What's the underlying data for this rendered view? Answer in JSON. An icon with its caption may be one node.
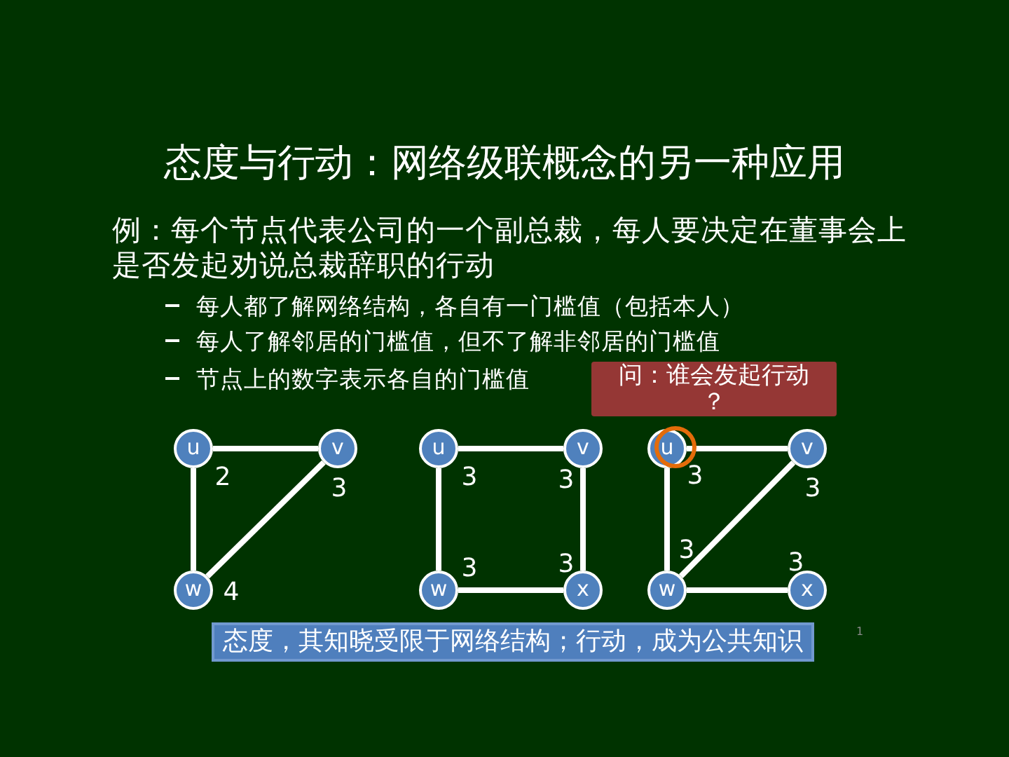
{
  "diagram": {
    "title": "态度与行动：网络级联概念的另一种应用",
    "nodes": [
      {
        "text": [
          "问：谁会发起行动？"
        ]
      },
      {
        "text": [
          "u"
        ],
        "beside": [
          "2"
        ]
      },
      {
        "text": [
          "v"
        ],
        "beside": [
          "3"
        ]
      },
      {
        "text": [
          "w"
        ],
        "beside": [
          "4"
        ]
      },
      {
        "text": [
          "u"
        ],
        "beside": [
          "3"
        ]
      },
      {
        "text": [
          "v"
        ],
        "beside": [
          "3"
        ]
      },
      {
        "text": [
          "w"
        ],
        "beside": [
          "3"
        ]
      },
      {
        "text": [
          "x"
        ],
        "beside": [
          "3"
        ]
      },
      {
        "text": [
          "u"
        ],
        "beside": [
          "3"
        ]
      },
      {
        "text": [
          "v"
        ],
        "beside": [
          "3"
        ]
      },
      {
        "text": [
          "w"
        ],
        "beside": [
          "3"
        ]
      },
      {
        "text": [
          "x"
        ],
        "beside": [
          "3"
        ]
      },
      {
        "text": [
          "态度，其知晓受限于网络结构；行动，成为公共知识"
        ]
      }
    ],
    "edges": [
      {
        "from": 1,
        "to": 2,
        "arrow": "none"
      },
      {
        "from": 1,
        "to": 3,
        "arrow": "none"
      },
      {
        "from": 2,
        "to": 3,
        "arrow": "none"
      },
      {
        "from": 4,
        "to": 5,
        "arrow": "none"
      },
      {
        "from": 5,
        "to": 7,
        "arrow": "none"
      },
      {
        "from": 4,
        "to": 6,
        "arrow": "none"
      },
      {
        "from": 6,
        "to": 7,
        "arrow": "none"
      },
      {
        "from": 8,
        "to": 9,
        "arrow": "none"
      },
      {
        "from": 8,
        "to": 10,
        "arrow": "none"
      },
      {
        "from": 10,
        "to": 9,
        "arrow": "none"
      },
      {
        "from": 10,
        "to": 11,
        "arrow": "none"
      }
    ],
    "labels": [
      "例：每个节点代表公司的一个副总裁，每人要决定在董事会上是否发起劝说总裁辞职的行动",
      "每人都了解网络结构，各自有一门槛值（包括本人）",
      "每人了解邻居的门槛值，但不了解非邻居的门槛值",
      "节点上的数字表示各自的门槛值",
      "1"
    ]
  }
}
